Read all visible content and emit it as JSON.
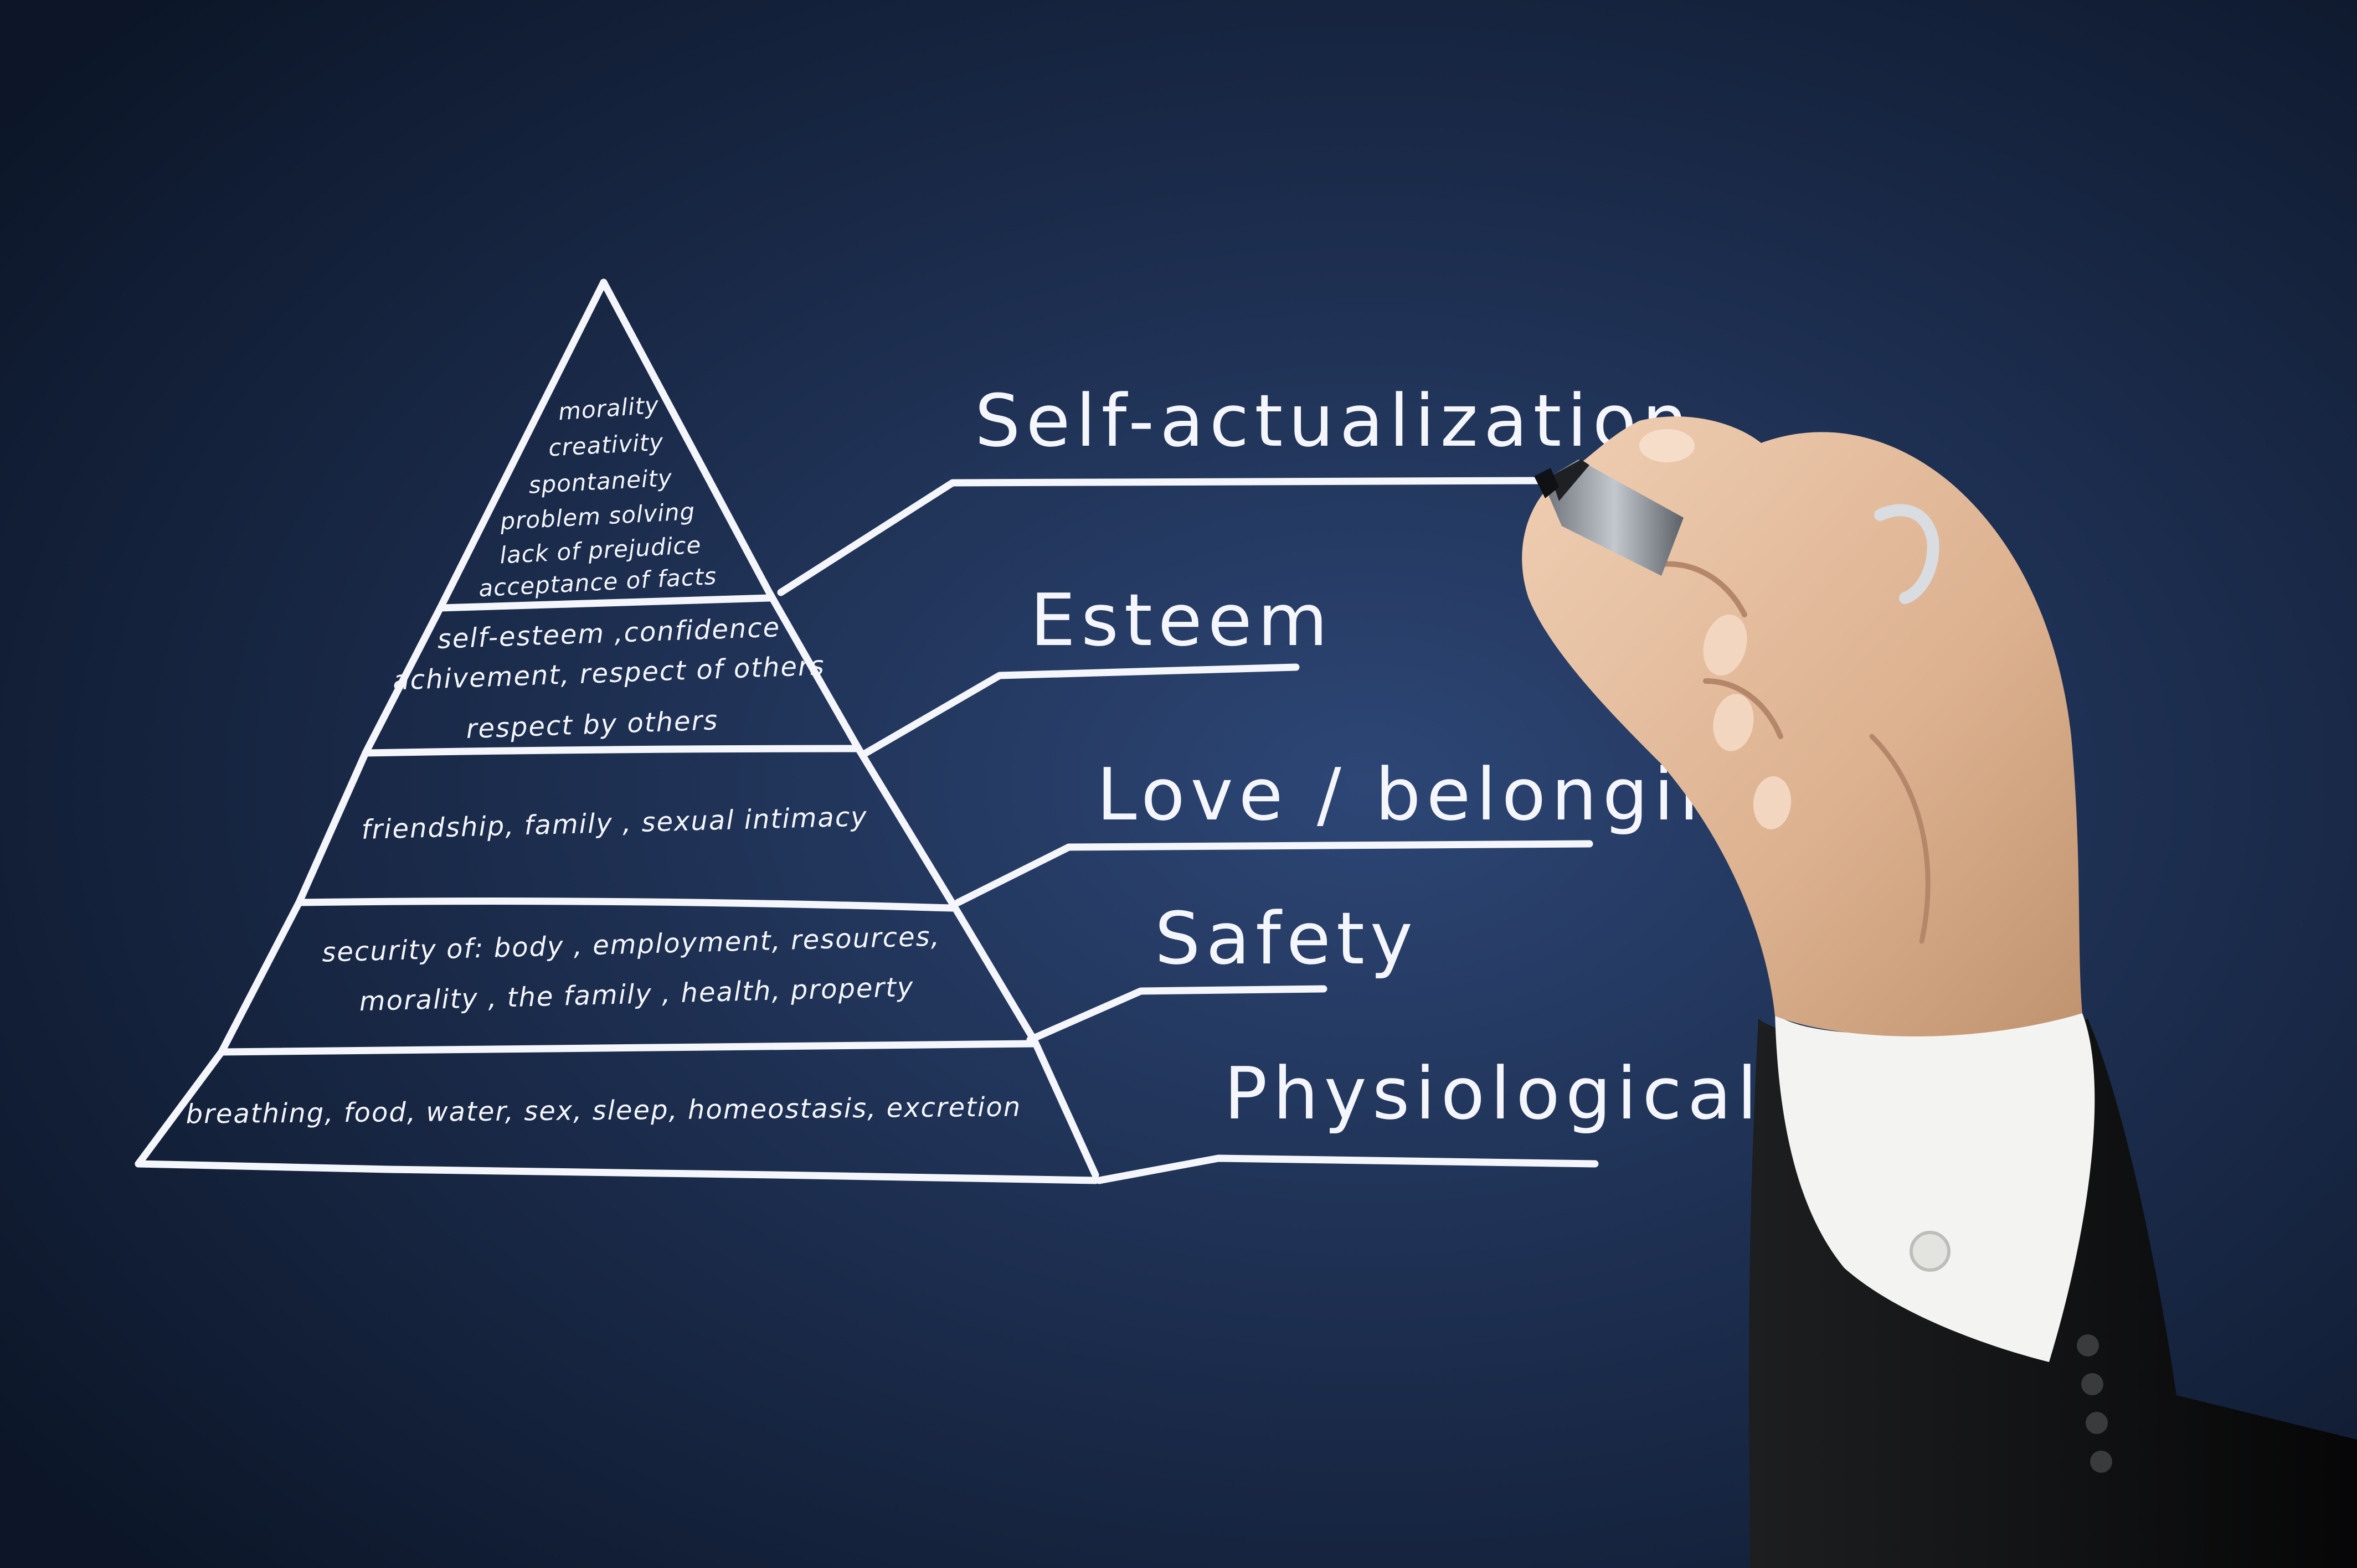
{
  "diagram": {
    "levels": [
      {
        "name": "Self-actualization",
        "label": "Self-actualization",
        "details": [
          "morality",
          "creativity",
          "spontaneity",
          "problem solving",
          "lack of prejudice",
          "acceptance of facts"
        ]
      },
      {
        "name": "Esteem",
        "label": "Esteem",
        "details": [
          "self-esteem ,confidence",
          "achivement, respect of others",
          "respect by others"
        ]
      },
      {
        "name": "Love/belonging",
        "label": "Love / belonging",
        "details": [
          "friendship, family , sexual intimacy"
        ]
      },
      {
        "name": "Safety",
        "label": "Safety",
        "details": [
          "security of: body , employment, resources,",
          "morality , the family , health, property"
        ]
      },
      {
        "name": "Physiological",
        "label": "Physiological",
        "details": [
          "breathing, food, water, sex, sleep, homeostasis, excretion"
        ]
      }
    ],
    "colors": {
      "background_center": "#2d4675",
      "background_edge": "#0c1628",
      "chalk": "#f4f6fb",
      "skin": "#e0b797",
      "sleeve": "#131415",
      "cuff": "#f3f3f1",
      "marker": "#9aa0a7"
    },
    "icons": [
      "hand-holding-marker-icon"
    ]
  }
}
